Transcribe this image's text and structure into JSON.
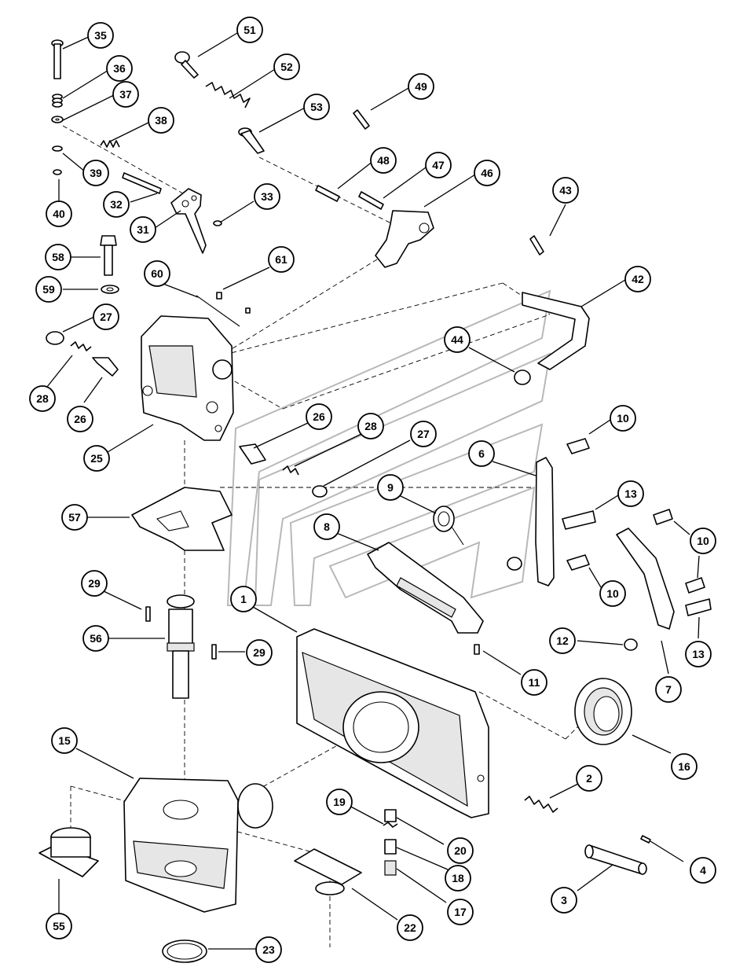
{
  "callouts": [
    {
      "id": "c1",
      "label": "1"
    },
    {
      "id": "c2",
      "label": "2"
    },
    {
      "id": "c3",
      "label": "3"
    },
    {
      "id": "c4",
      "label": "4"
    },
    {
      "id": "c6",
      "label": "6"
    },
    {
      "id": "c7",
      "label": "7"
    },
    {
      "id": "c8",
      "label": "8"
    },
    {
      "id": "c9",
      "label": "9"
    },
    {
      "id": "c10a",
      "label": "10"
    },
    {
      "id": "c10b",
      "label": "10"
    },
    {
      "id": "c10c",
      "label": "10"
    },
    {
      "id": "c11",
      "label": "11"
    },
    {
      "id": "c12",
      "label": "12"
    },
    {
      "id": "c13a",
      "label": "13"
    },
    {
      "id": "c13b",
      "label": "13"
    },
    {
      "id": "c15",
      "label": "15"
    },
    {
      "id": "c16",
      "label": "16"
    },
    {
      "id": "c17",
      "label": "17"
    },
    {
      "id": "c18",
      "label": "18"
    },
    {
      "id": "c19",
      "label": "19"
    },
    {
      "id": "c20",
      "label": "20"
    },
    {
      "id": "c22",
      "label": "22"
    },
    {
      "id": "c23",
      "label": "23"
    },
    {
      "id": "c25",
      "label": "25"
    },
    {
      "id": "c26a",
      "label": "26"
    },
    {
      "id": "c26b",
      "label": "26"
    },
    {
      "id": "c27a",
      "label": "27"
    },
    {
      "id": "c27b",
      "label": "27"
    },
    {
      "id": "c28a",
      "label": "28"
    },
    {
      "id": "c28b",
      "label": "28"
    },
    {
      "id": "c29a",
      "label": "29"
    },
    {
      "id": "c29b",
      "label": "29"
    },
    {
      "id": "c31",
      "label": "31"
    },
    {
      "id": "c32",
      "label": "32"
    },
    {
      "id": "c33",
      "label": "33"
    },
    {
      "id": "c35",
      "label": "35"
    },
    {
      "id": "c36",
      "label": "36"
    },
    {
      "id": "c37",
      "label": "37"
    },
    {
      "id": "c38",
      "label": "38"
    },
    {
      "id": "c39",
      "label": "39"
    },
    {
      "id": "c40",
      "label": "40"
    },
    {
      "id": "c42",
      "label": "42"
    },
    {
      "id": "c43",
      "label": "43"
    },
    {
      "id": "c44",
      "label": "44"
    },
    {
      "id": "c46",
      "label": "46"
    },
    {
      "id": "c47",
      "label": "47"
    },
    {
      "id": "c48",
      "label": "48"
    },
    {
      "id": "c49",
      "label": "49"
    },
    {
      "id": "c51",
      "label": "51"
    },
    {
      "id": "c52",
      "label": "52"
    },
    {
      "id": "c53",
      "label": "53"
    },
    {
      "id": "c55",
      "label": "55"
    },
    {
      "id": "c56",
      "label": "56"
    },
    {
      "id": "c57",
      "label": "57"
    },
    {
      "id": "c58",
      "label": "58"
    },
    {
      "id": "c59",
      "label": "59"
    },
    {
      "id": "c60",
      "label": "60"
    },
    {
      "id": "c61",
      "label": "61"
    }
  ],
  "colors": {
    "line": "#000000",
    "background": "#ffffff",
    "watermark": "#b8b8b8"
  }
}
